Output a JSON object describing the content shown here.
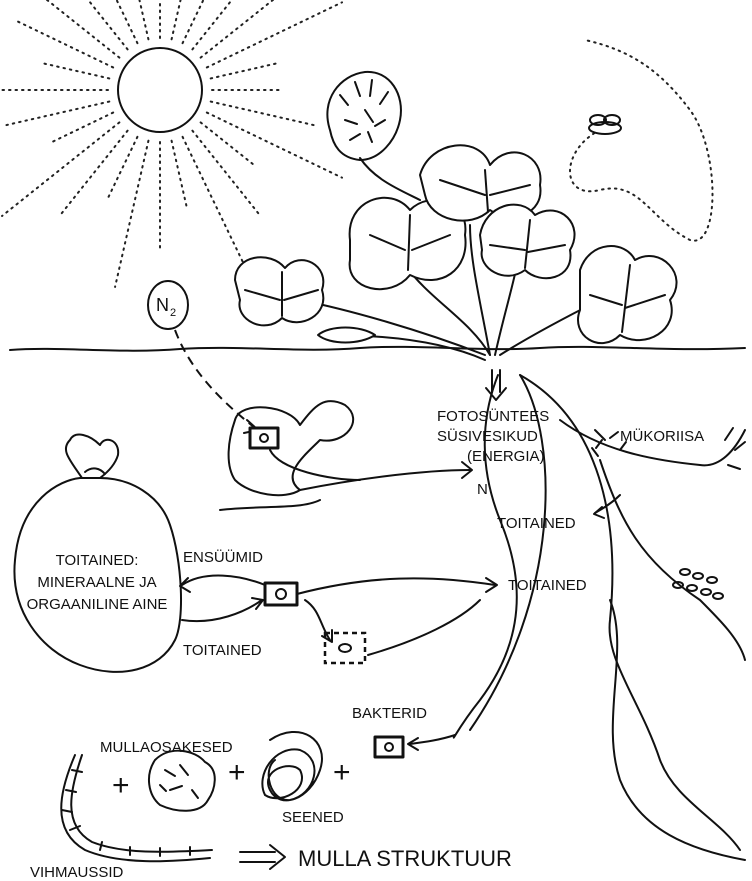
{
  "diagram": {
    "n2_label": "N",
    "n2_subscript": "2",
    "labels": {
      "fotosuntees": "FOTOSÜNTEES",
      "susivesikud": "SÜSIVESIKUD",
      "energia": "(ENERGIA)",
      "mukoriisa": "MÜKORIISA",
      "n_label": "N",
      "toitained_right_upper": "TOITAINED",
      "toitained_right_lower": "TOITAINED",
      "ensuumid": "ENSÜÜMID",
      "toitained_left": "TOITAINED",
      "bakterid": "BAKTERID",
      "mullaosakesed": "MULLAOSAKESED",
      "seened": "SEENED",
      "vihmaussid": "VIHMAUSSID",
      "mulla_struktuur": "MULLA STRUKTUUR"
    },
    "sack_lines": [
      "TOITAINED:",
      "MINERAALNE JA",
      "ORGAANILINE AINE"
    ],
    "plus_sign": "+"
  }
}
